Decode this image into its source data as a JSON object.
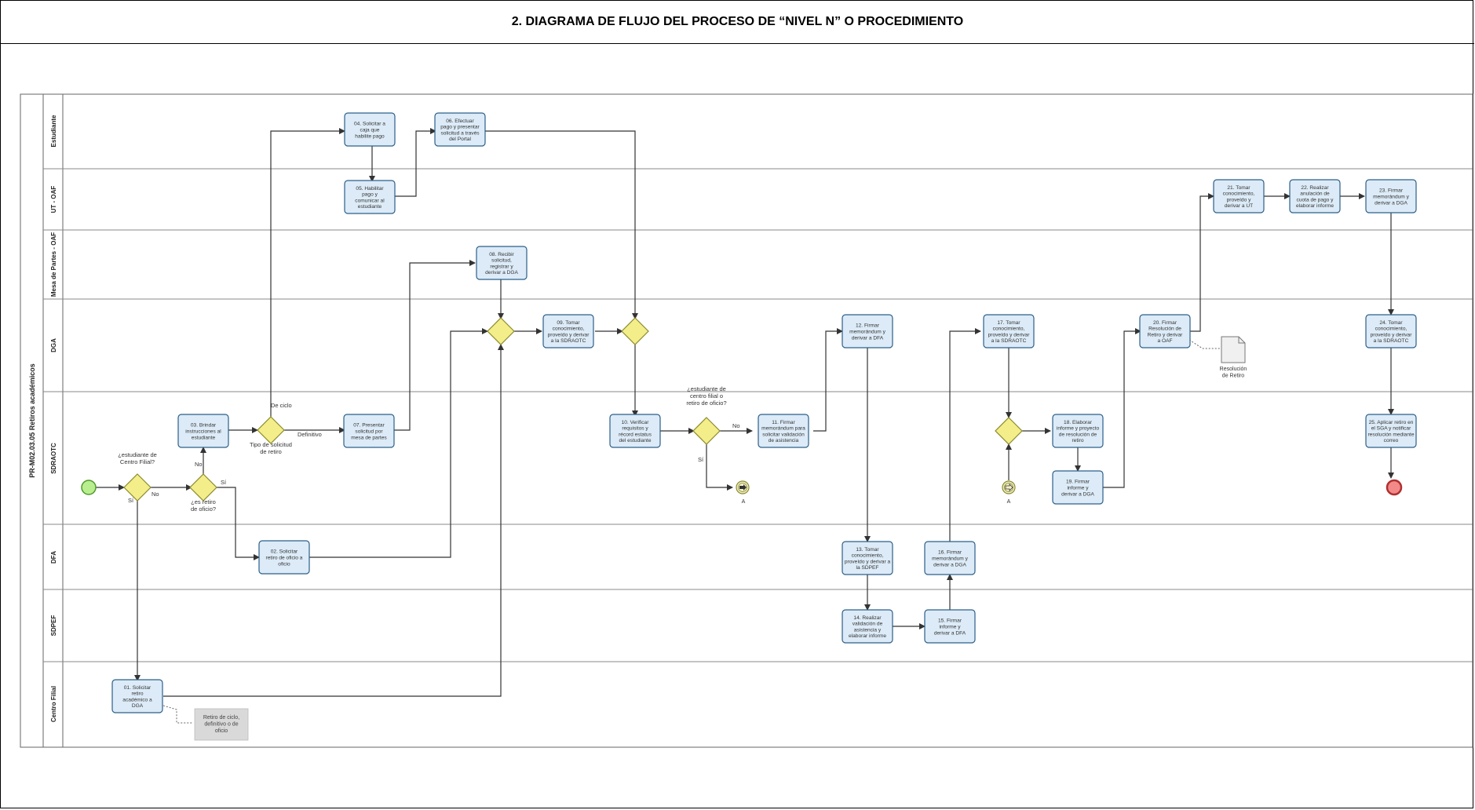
{
  "title": "2. DIAGRAMA DE FLUJO DEL PROCESO DE “NIVEL N” O PROCEDIMIENTO",
  "pool": {
    "label": "PR-M02.03.05 Retiros académicos"
  },
  "lanes": [
    {
      "id": "estudiante",
      "label": "Estudiante"
    },
    {
      "id": "ut_oaf",
      "label": "UT - OAF"
    },
    {
      "id": "mesa",
      "label": "Mesa de Partes - OAF"
    },
    {
      "id": "dga",
      "label": "DGA"
    },
    {
      "id": "sdraotc",
      "label": "SDRAOTC"
    },
    {
      "id": "dfa",
      "label": "DFA"
    },
    {
      "id": "sdpef",
      "label": "SDPEF"
    },
    {
      "id": "filial",
      "label": "Centro Filial"
    }
  ],
  "tasks": [
    {
      "id": "t01",
      "lines": [
        "01. Solicitar",
        "retiro",
        "académico a",
        "DGA"
      ]
    },
    {
      "id": "t02",
      "lines": [
        "02. Solicitar",
        "retiro de oficio a",
        "oficio"
      ]
    },
    {
      "id": "t03",
      "lines": [
        "03. Brindar",
        "instrucciones al",
        "estudiante"
      ]
    },
    {
      "id": "t04",
      "lines": [
        "04. Solicitar a",
        "caja que",
        "habilite pago"
      ]
    },
    {
      "id": "t05",
      "lines": [
        "05. Habilitar",
        "pago y",
        "comunicar al",
        "estudiante"
      ]
    },
    {
      "id": "t06",
      "lines": [
        "06. Efectuar",
        "pago y presentar",
        "solicitud a través",
        "del Portal"
      ]
    },
    {
      "id": "t07",
      "lines": [
        "07. Presentar",
        "solicitud por",
        "mesa de partes"
      ]
    },
    {
      "id": "t08",
      "lines": [
        "08. Recibir",
        "solicitud,",
        "registrar y",
        "derivar a DGA"
      ]
    },
    {
      "id": "t09",
      "lines": [
        "09. Tomar",
        "conocimiento,",
        "proveído y derivar",
        "a la SDRAOTC"
      ]
    },
    {
      "id": "t10",
      "lines": [
        "10. Verificar",
        "requisitos y",
        "récord estatus",
        "del estudiante"
      ]
    },
    {
      "id": "t11",
      "lines": [
        "11. Firmar",
        "memorándum para",
        "solicitar validación",
        "de asistencia"
      ]
    },
    {
      "id": "t12",
      "lines": [
        "12. Firmar",
        "memorándum y",
        "derivar a DFA"
      ]
    },
    {
      "id": "t13",
      "lines": [
        "13. Tomar",
        "conocimiento,",
        "proveído y derivar a",
        "la SDPEF"
      ]
    },
    {
      "id": "t14",
      "lines": [
        "14. Realizar",
        "validación de",
        "asistencia y",
        "elaborar informe"
      ]
    },
    {
      "id": "t15",
      "lines": [
        "15. Firmar",
        "informe y",
        "derivar a DFA"
      ]
    },
    {
      "id": "t16",
      "lines": [
        "16. Firmar",
        "memorándum y",
        "derivar a DGA"
      ]
    },
    {
      "id": "t17",
      "lines": [
        "17. Tomar",
        "conocimiento,",
        "proveído y derivar",
        "a la SDRAOTC"
      ]
    },
    {
      "id": "t18",
      "lines": [
        "18. Elaborar",
        "informe y proyecto",
        "de resolución de",
        "retiro"
      ]
    },
    {
      "id": "t19",
      "lines": [
        "19. Firmar",
        "informe y",
        "derivar a DGA"
      ]
    },
    {
      "id": "t20",
      "lines": [
        "20. Firmar",
        "Resolución de",
        "Retiro y derivar",
        "a OAF"
      ]
    },
    {
      "id": "t21",
      "lines": [
        "21. Tomar",
        "conocimiento,",
        "proveído y",
        "derivar a UT"
      ]
    },
    {
      "id": "t22",
      "lines": [
        "22. Realizar",
        "anulación de",
        "cuota de pago y",
        "elaborar informe"
      ]
    },
    {
      "id": "t23",
      "lines": [
        "23. Firmar",
        "memorándum y",
        "derivar a DGA"
      ]
    },
    {
      "id": "t24",
      "lines": [
        "24. Tomar",
        "conocimiento,",
        "proveído y derivar",
        "a la SDRAOTC"
      ]
    },
    {
      "id": "t25",
      "lines": [
        "25. Aplicar retiro en",
        "el SGA y notificar",
        "resolución mediante",
        "correo"
      ]
    }
  ],
  "gateways": {
    "g1": [
      "¿estudiante de",
      "Centro Filial?"
    ],
    "g2": [
      "¿es retiro",
      "de oficio?"
    ],
    "g3": [
      "Tipo de solicitud",
      "de retiro"
    ],
    "g6": [
      "¿estudiante de",
      "centro filial o",
      "retiro de oficio?"
    ]
  },
  "flow_labels": {
    "si": "Sí",
    "no": "No",
    "de_ciclo": "De ciclo",
    "definitivo": "Definitivo"
  },
  "link_events": {
    "a1": "A",
    "a2": "A"
  },
  "artifacts": {
    "doc_resolucion": [
      "Resolución",
      "de Retiro"
    ],
    "annotation": [
      "Retiro de ciclo,",
      "definitivo o de",
      "oficio"
    ]
  },
  "colors": {
    "task_fill": "#dcebf7",
    "task_stroke": "#2c5f8a",
    "gateway_fill": "#f4ee8a",
    "gateway_stroke": "#8a8a2c",
    "start_fill": "#b9ee8e",
    "start_stroke": "#4f9a2c",
    "end_fill": "#f28a8a",
    "end_stroke": "#b03030",
    "annotation_fill": "#d9d9d9"
  }
}
